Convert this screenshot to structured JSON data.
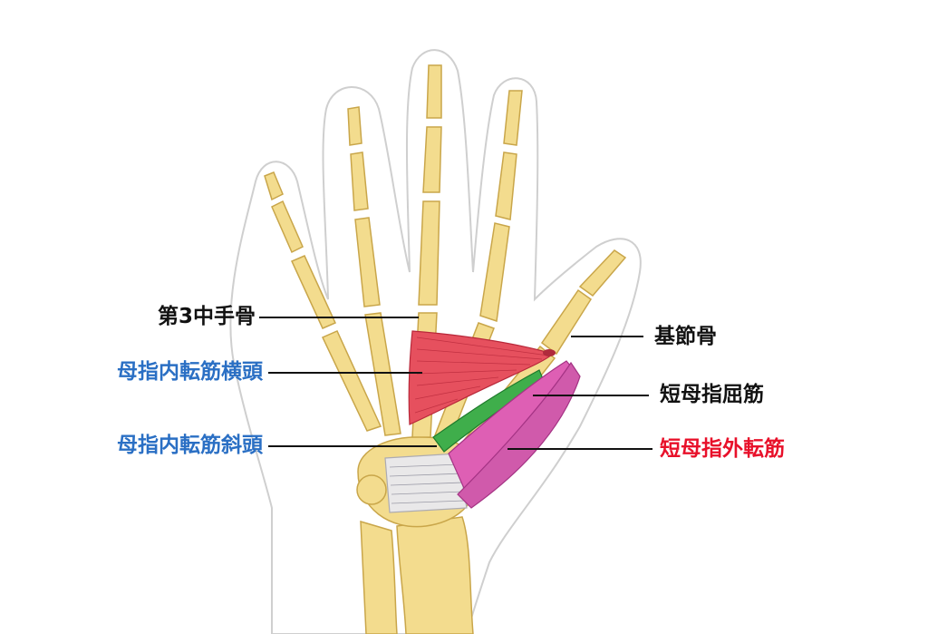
{
  "labels": {
    "metacarpal3": "第3中手骨",
    "adductor_transverse": "母指内転筋横頭",
    "adductor_oblique": "母指内転筋斜頭",
    "proximal_phalanx": "基節骨",
    "fpb": "短母指屈筋",
    "apb": "短母指外転筋"
  },
  "colors": {
    "black_label": "#111111",
    "blue_label": "#2a6fc4",
    "red_label": "#e8102a",
    "bone": "#f3dc8e",
    "bone_outline": "#c9a64a",
    "muscle_red": "#e6505e",
    "muscle_green": "#3fae4b",
    "muscle_pink": "#de5fb4",
    "ligament": "#e9e9ee",
    "skin_outline": "#cfcfcf"
  }
}
